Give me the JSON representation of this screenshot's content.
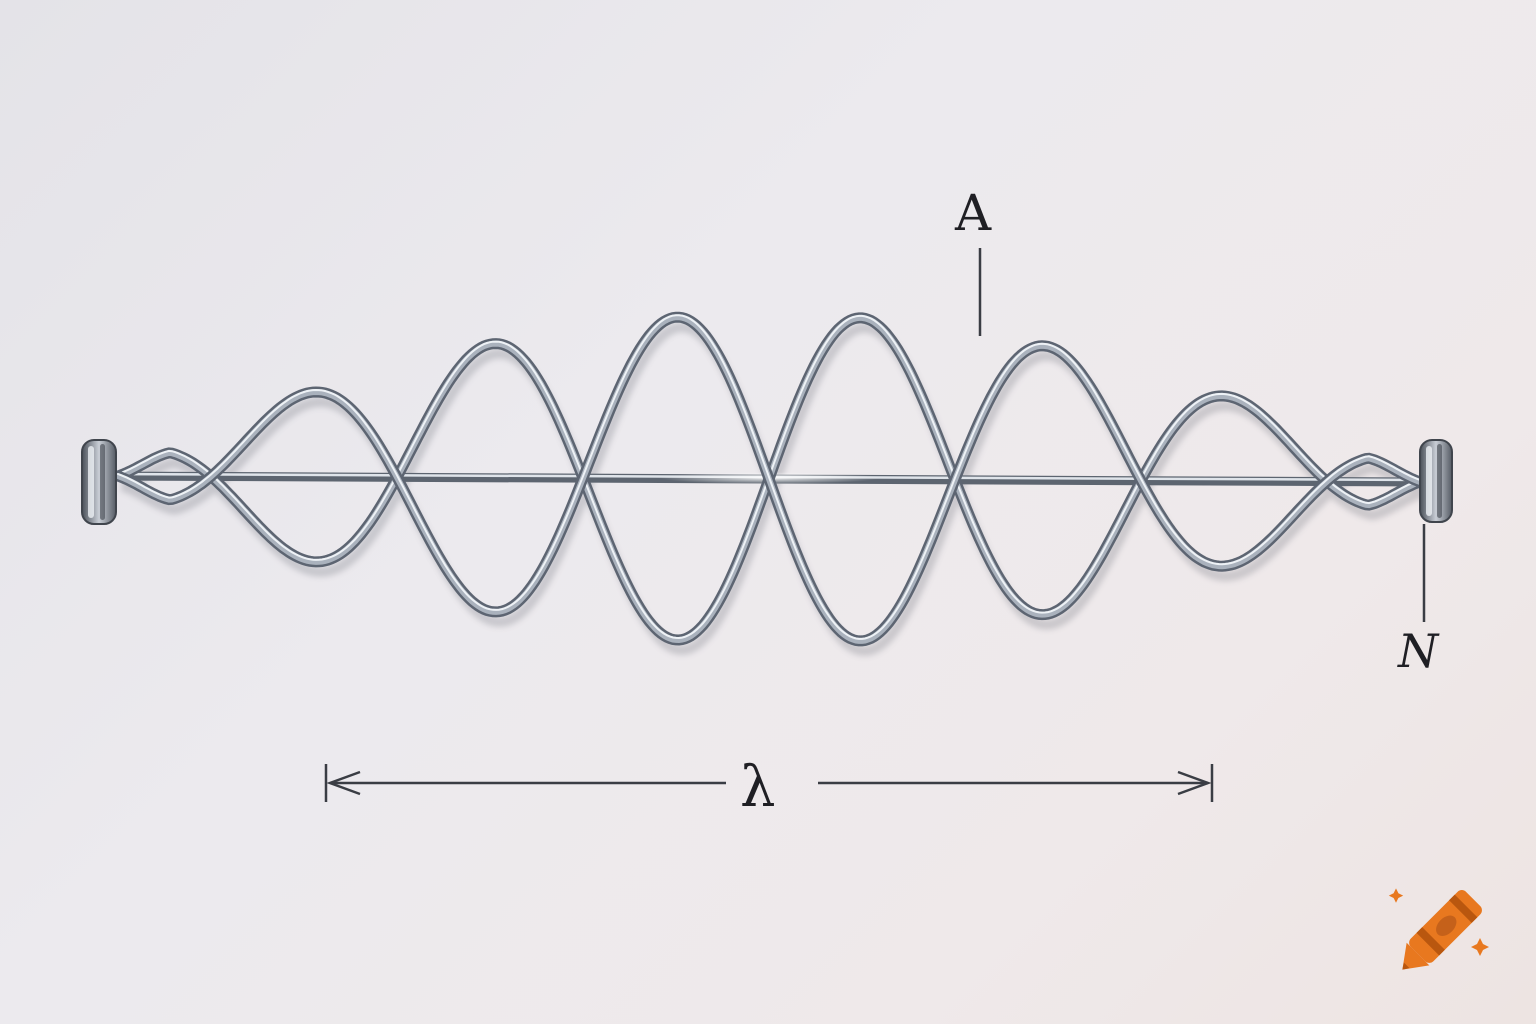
{
  "diagram": {
    "labels": {
      "amplitude": "A",
      "node": "N",
      "wavelength": "λ"
    },
    "colors": {
      "wire": "#6b7482",
      "wire_highlight": "#e6ecf2",
      "annotation": "#3a3d44",
      "logo": "#e8781f"
    },
    "icons": {
      "watermark": "crayon-logo-icon"
    }
  }
}
